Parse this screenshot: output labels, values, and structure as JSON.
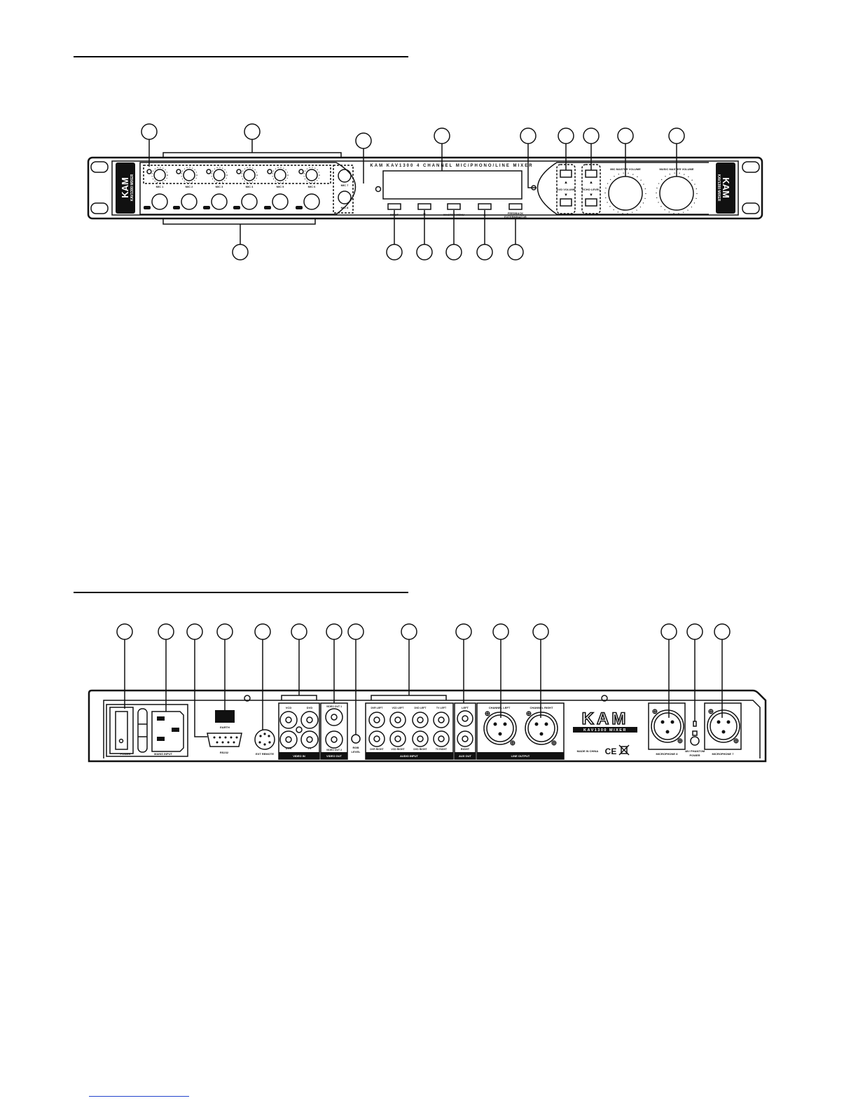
{
  "front_panel": {
    "header_text": "KAM KAV1300 4 CHANNEL MIC/PHONO/LINE MIXER",
    "mic_knob_labels": [
      "MIC 1",
      "MIC 2",
      "MIC 3",
      "MIC 4",
      "MIC 5",
      "MIC 6"
    ],
    "mic_side_labels": [
      "MIC 7",
      "MIC 8"
    ],
    "display_buttons": [
      "INPUT",
      "▼",
      "MASTER MENU",
      "▲"
    ],
    "feedback_label_1": "FEEDBACK",
    "feedback_label_2": "EXTERMINATOR",
    "dvd_volume": "DVD VOLUME",
    "echo_level": "ECHO LEVEL",
    "mic_master_volume": "MIC MASTER VOLUME",
    "music_master_volume": "MUSIC MASTER VOLUME",
    "side_brand": "KAM",
    "side_model": "KAV1300 MIXER"
  },
  "rear_panel": {
    "power": "POWER",
    "mains_input": "MAINS INPUT",
    "earth": "EARTH",
    "rs232": "RS232",
    "ext_remote": "EXT REMOTE",
    "video_in_jacks": [
      "VCD",
      "DVD",
      "DVR",
      "TV"
    ],
    "video_in": "VIDEO IN",
    "video_out_jacks": [
      "VIDEO OUT 1",
      "VIDEO OUT 2"
    ],
    "video_out": "VIDEO OUT",
    "rgb_level_1": "RGB",
    "rgb_level_2": "LEVEL",
    "audio_input_top": [
      "DVR LEFT",
      "VCD LEFT",
      "DVD LEFT",
      "TV LEFT"
    ],
    "audio_input_bottom": [
      "DVR RIGHT",
      "VCD RIGHT",
      "DVD RIGHT",
      "TV RIGHT"
    ],
    "audio_input": "AUDIO INPUT",
    "aux_left": "LEFT",
    "aux_right": "RIGHT",
    "aux_out": "AUX OUT",
    "channel_left": "CHANNEL LEFT",
    "channel_right": "CHANNEL RIGHT",
    "line_output": "LINE OUTPUT",
    "brand": "KAM",
    "model": "KAV1300 MIXER",
    "made_in": "MADE IN CHINA",
    "ce_mark": "CE",
    "microphone_8": "MICROPHONE 8",
    "phantom_1": "48V PHANTOM",
    "phantom_2": "POWER",
    "microphone_7": "MICROPHONE 7"
  }
}
